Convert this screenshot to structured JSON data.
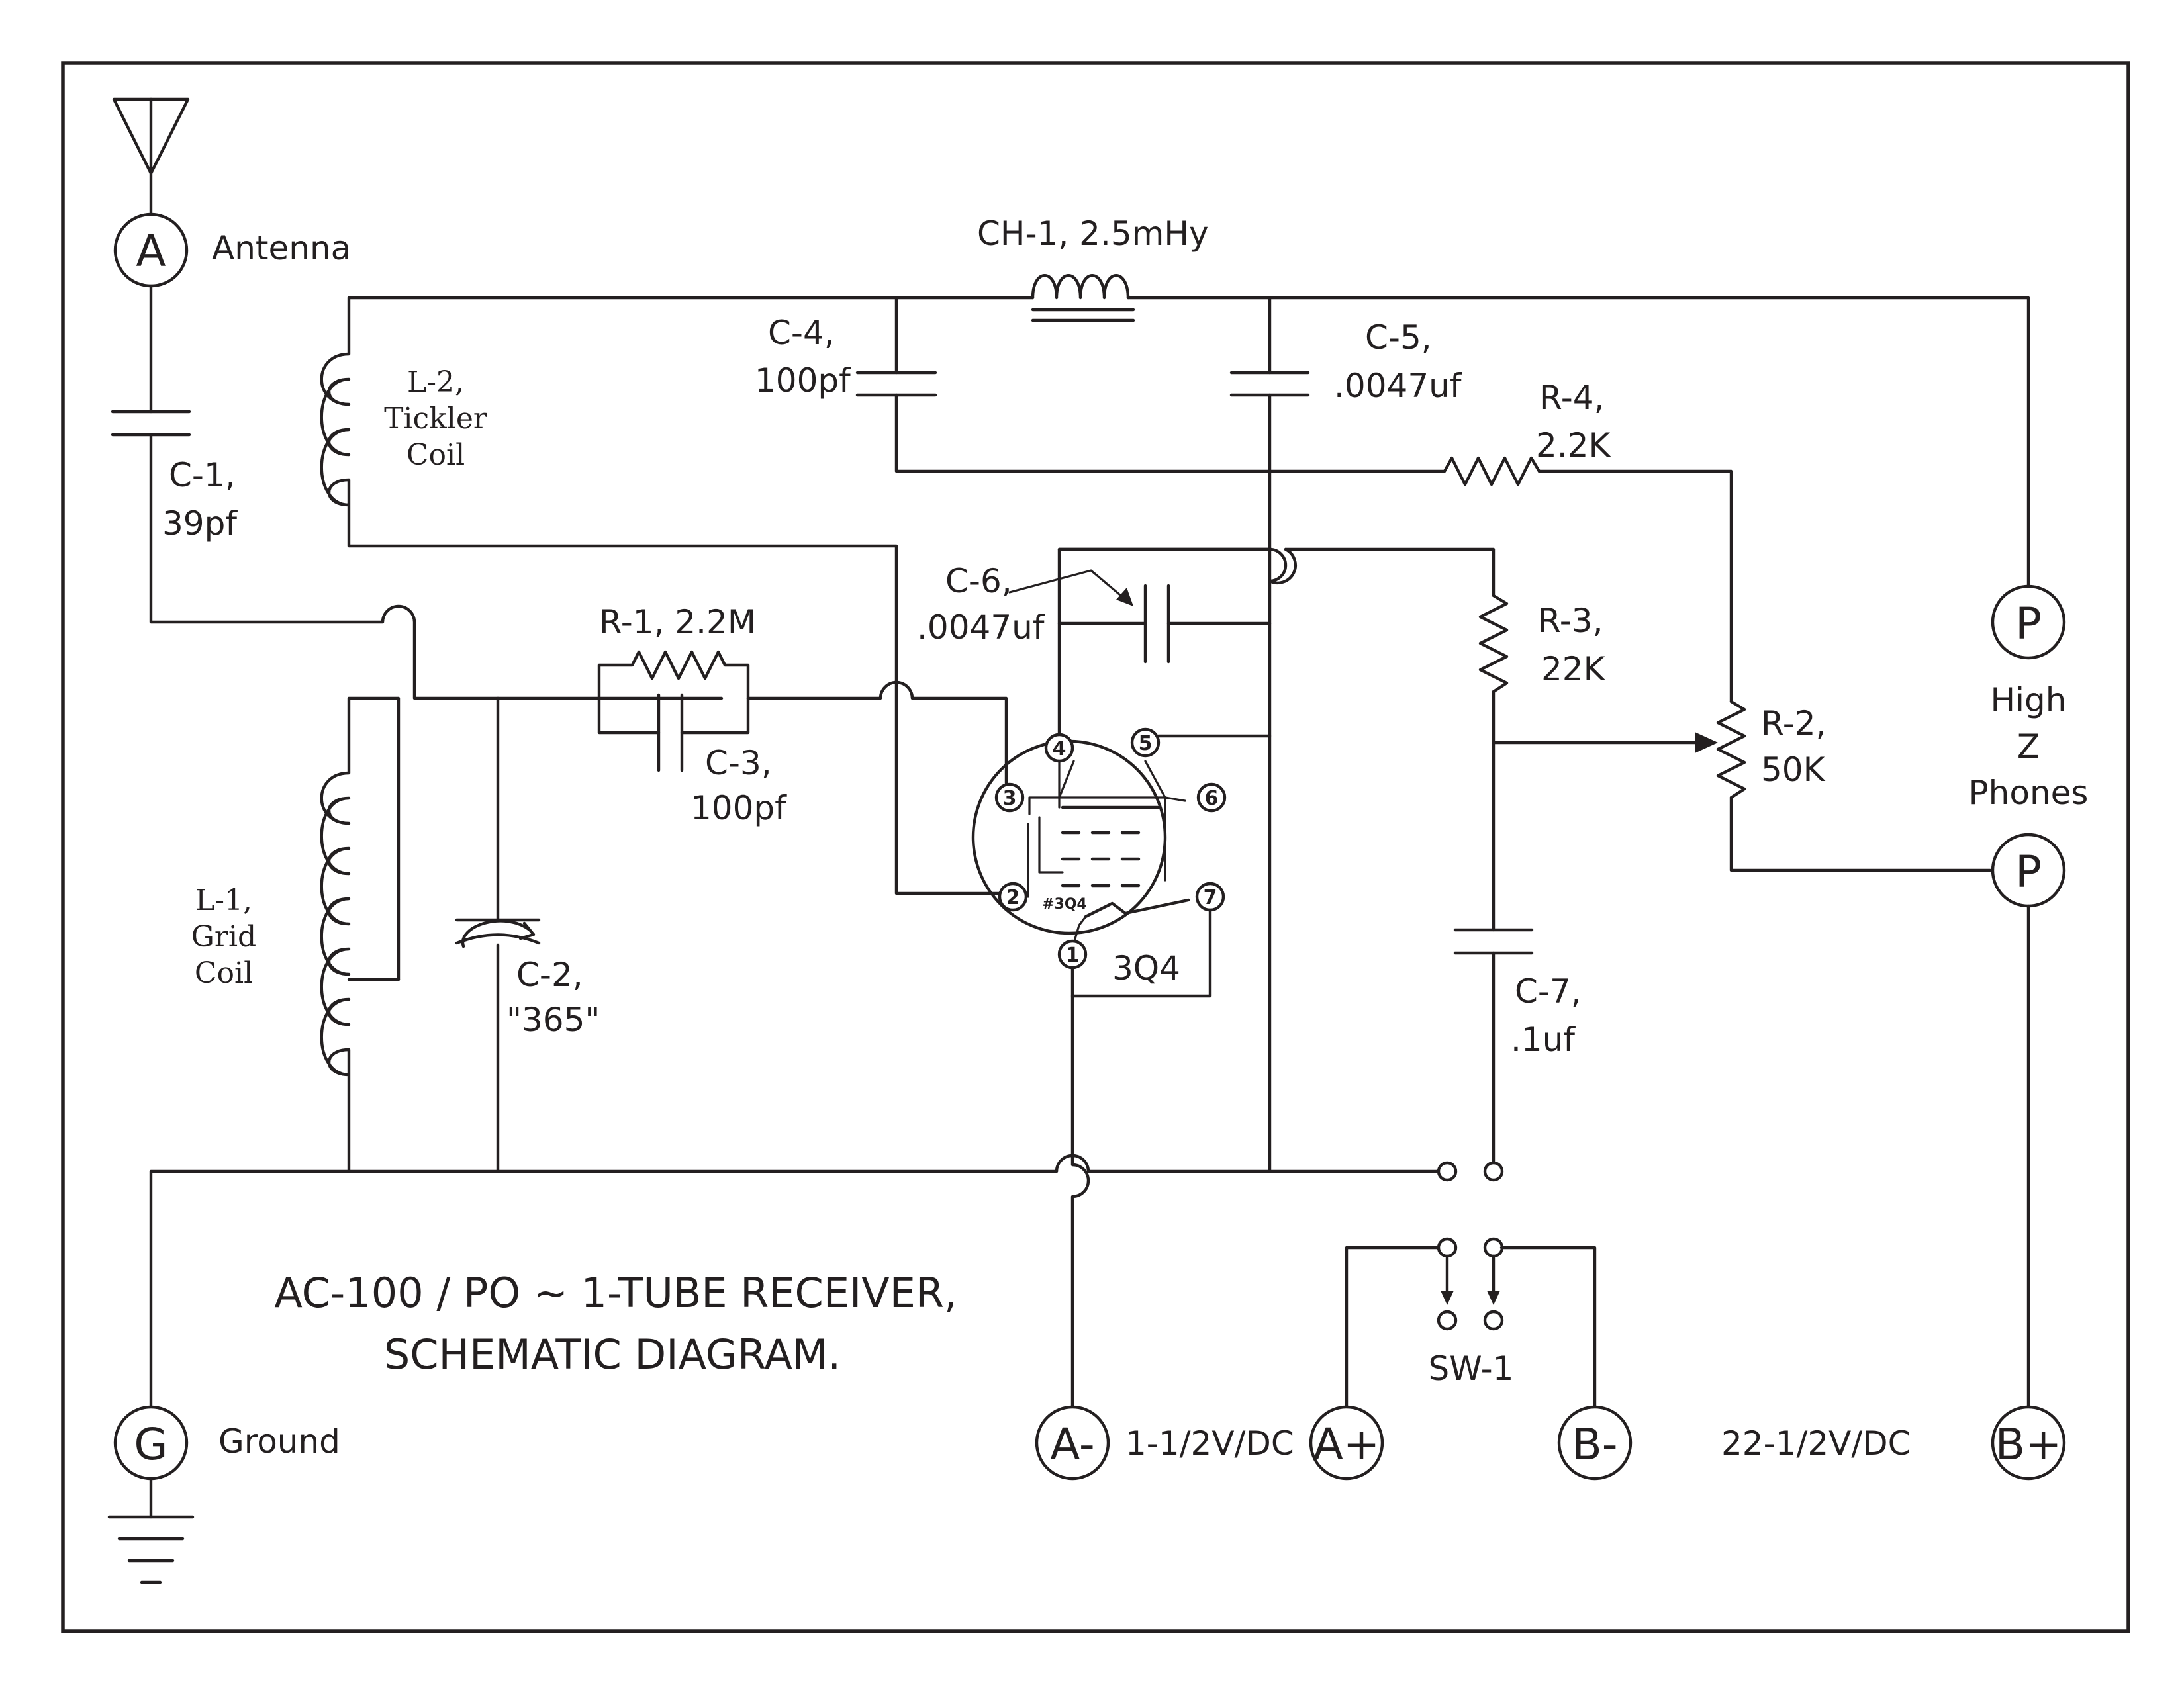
{
  "title": {
    "line1": "AC-100 / PO ~ 1-TUBE RECEIVER,",
    "line2": "SCHEMATIC DIAGRAM."
  },
  "terminals": {
    "antenna": {
      "letter": "A",
      "label": "Antenna"
    },
    "ground": {
      "letter": "G",
      "label": "Ground"
    },
    "a_minus": {
      "letter": "A-",
      "label": "1-1/2V/DC"
    },
    "a_plus": {
      "letter": "A+"
    },
    "b_minus": {
      "letter": "B-",
      "label": "22-1/2V/DC"
    },
    "b_plus": {
      "letter": "B+"
    },
    "phones_top": {
      "letter": "P"
    },
    "phones_bottom": {
      "letter": "P"
    },
    "phones": {
      "line1": "High",
      "line2": "Z",
      "line3": "Phones"
    }
  },
  "components": {
    "c1": {
      "name": "C-1,",
      "value": "39pf"
    },
    "c2": {
      "name": "C-2,",
      "value": "\"365\""
    },
    "c3": {
      "name": "C-3,",
      "value": "100pf"
    },
    "c4": {
      "name": "C-4,",
      "value": "100pf"
    },
    "c5": {
      "name": "C-5,",
      "value": ".0047uf"
    },
    "c6": {
      "name": "C-6,",
      "value": ".0047uf"
    },
    "c7": {
      "name": "C-7,",
      "value": ".1uf"
    },
    "r1": {
      "label": "R-1, 2.2M"
    },
    "r2": {
      "name": "R-2,",
      "value": "50K"
    },
    "r3": {
      "name": "R-3,",
      "value": "22K"
    },
    "r4": {
      "name": "R-4,",
      "value": "2.2K"
    },
    "ch1": {
      "label": "CH-1, 2.5mHy"
    },
    "l1": {
      "line1": "L-1,",
      "line2": "Grid",
      "line3": "Coil"
    },
    "l2": {
      "line1": "L-2,",
      "line2": "Tickler",
      "line3": "Coil"
    },
    "sw1": {
      "label": "SW-1"
    }
  },
  "tube": {
    "name": "3Q4",
    "marking": "#3Q4",
    "pins": [
      "1",
      "2",
      "3",
      "4",
      "5",
      "6",
      "7"
    ]
  }
}
